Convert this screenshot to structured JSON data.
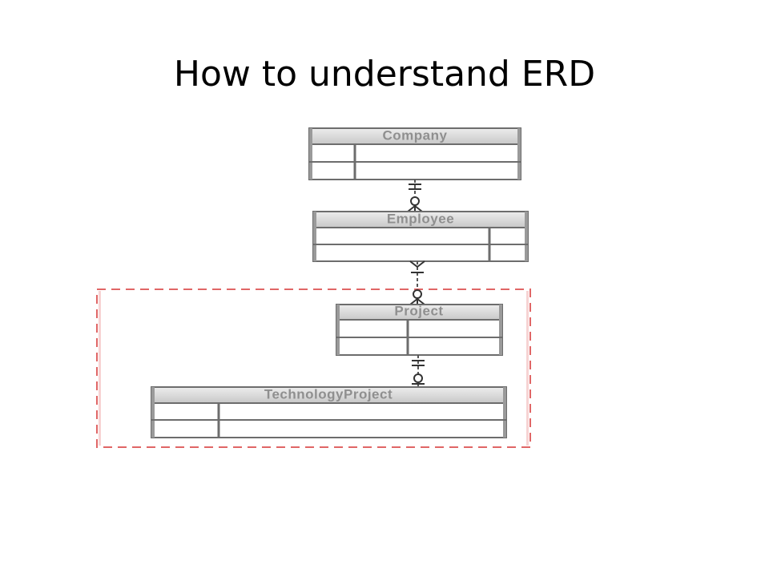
{
  "slide": {
    "title": "How to understand ERD"
  },
  "diagram": {
    "entities": [
      {
        "name": "Company"
      },
      {
        "name": "Employee"
      },
      {
        "name": "Project"
      },
      {
        "name": "TechnologyProject"
      }
    ],
    "relationships": [
      {
        "from": "Company",
        "to": "Employee",
        "from_end": "exactly-one",
        "to_end": "zero-or-many"
      },
      {
        "from": "Employee",
        "to": "Project",
        "from_end": "one-or-many",
        "to_end": "zero-or-many"
      },
      {
        "from": "Project",
        "to": "TechnologyProject",
        "from_end": "exactly-one",
        "to_end": "zero-or-one"
      }
    ],
    "highlight": {
      "style": "dashed",
      "color": "#e06666",
      "encloses": [
        "Project",
        "TechnologyProject"
      ]
    }
  }
}
